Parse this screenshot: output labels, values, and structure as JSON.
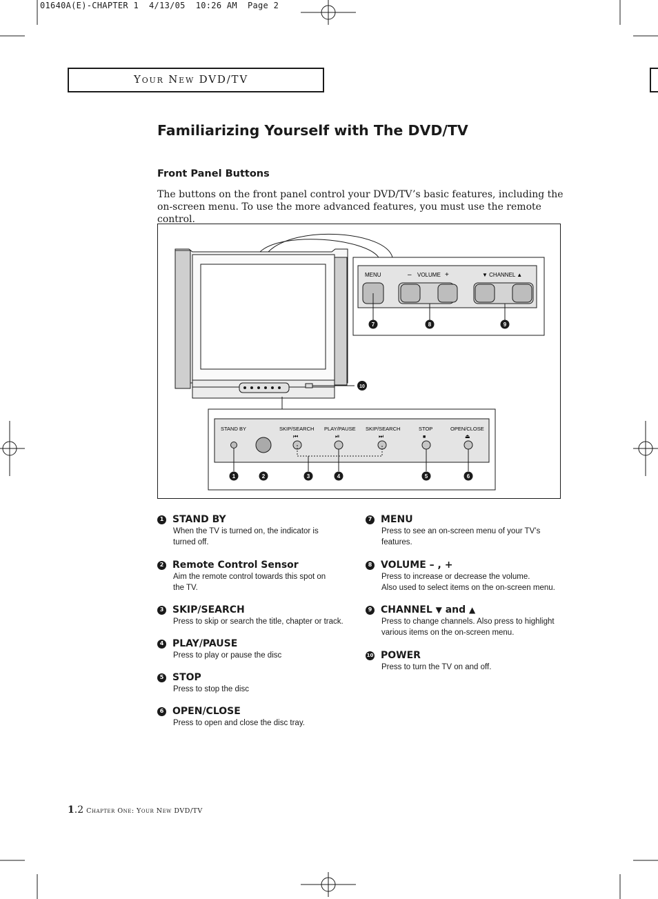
{
  "slug": "01640A(E)-CHAPTER 1  4/13/05  10:26 AM  Page 2",
  "header": {
    "section": "Your New DVD/TV"
  },
  "title": "Familiarizing Yourself with The DVD/TV",
  "subtitle": "Front Panel Buttons",
  "intro": "The buttons on the front panel control your DVD/TV’s basic features, including the on-screen menu. To use the more advanced features, you must use the remote control.",
  "diagram": {
    "top_labels": {
      "menu": "MENU",
      "volume_minus": "–",
      "volume": "VOLUME",
      "volume_plus": "+",
      "channel": "▼ CHANNEL ▲"
    },
    "bottom_labels": {
      "standby": "STAND BY",
      "skip1": "SKIP/SEARCH",
      "skip1_sym": "⏮",
      "play": "PLAY/PAUSE",
      "play_sym": "⏯",
      "skip2": "SKIP/SEARCH",
      "skip2_sym": "⏭",
      "stop": "STOP",
      "stop_sym": "■",
      "open": "OPEN/CLOSE",
      "open_sym": "⏏"
    },
    "callouts": [
      "1",
      "2",
      "3",
      "4",
      "5",
      "6",
      "7",
      "8",
      "9",
      "10"
    ]
  },
  "items_left": [
    {
      "n": "1",
      "title": "STAND BY",
      "desc": "When the TV is turned on, the indicator is turned off."
    },
    {
      "n": "2",
      "title": "Remote Control Sensor",
      "desc": "Aim the remote control towards this spot on the TV."
    },
    {
      "n": "3",
      "title": "SKIP/SEARCH",
      "desc": "Press to skip or search the title, chapter or track."
    },
    {
      "n": "4",
      "title": "PLAY/PAUSE",
      "desc": "Press to play or pause the disc"
    },
    {
      "n": "5",
      "title": "STOP",
      "desc": "Press to stop the disc"
    },
    {
      "n": "6",
      "title": "OPEN/CLOSE",
      "desc": "Press to open and close the disc tray."
    }
  ],
  "items_right": [
    {
      "n": "7",
      "title": "MENU",
      "desc": "Press to see an on-screen menu of your TV’s features."
    },
    {
      "n": "8",
      "title": "VOLUME – , +",
      "desc": "Press to increase or decrease the volume.",
      "desc2": "Also used to select items on the on-screen menu."
    },
    {
      "n": "9",
      "title_a": "CHANNEL",
      "tri_down": "▼",
      "and": "and",
      "tri_up": "▲",
      "desc": "Press to change channels. Also press to highlight various items on the on-screen menu."
    },
    {
      "n": "10",
      "title": "POWER",
      "desc": "Press to turn the TV on and off."
    }
  ],
  "footer": {
    "page_a": "1",
    "page_b": ".2",
    "text": "Chapter One: Your New DVD/TV"
  }
}
